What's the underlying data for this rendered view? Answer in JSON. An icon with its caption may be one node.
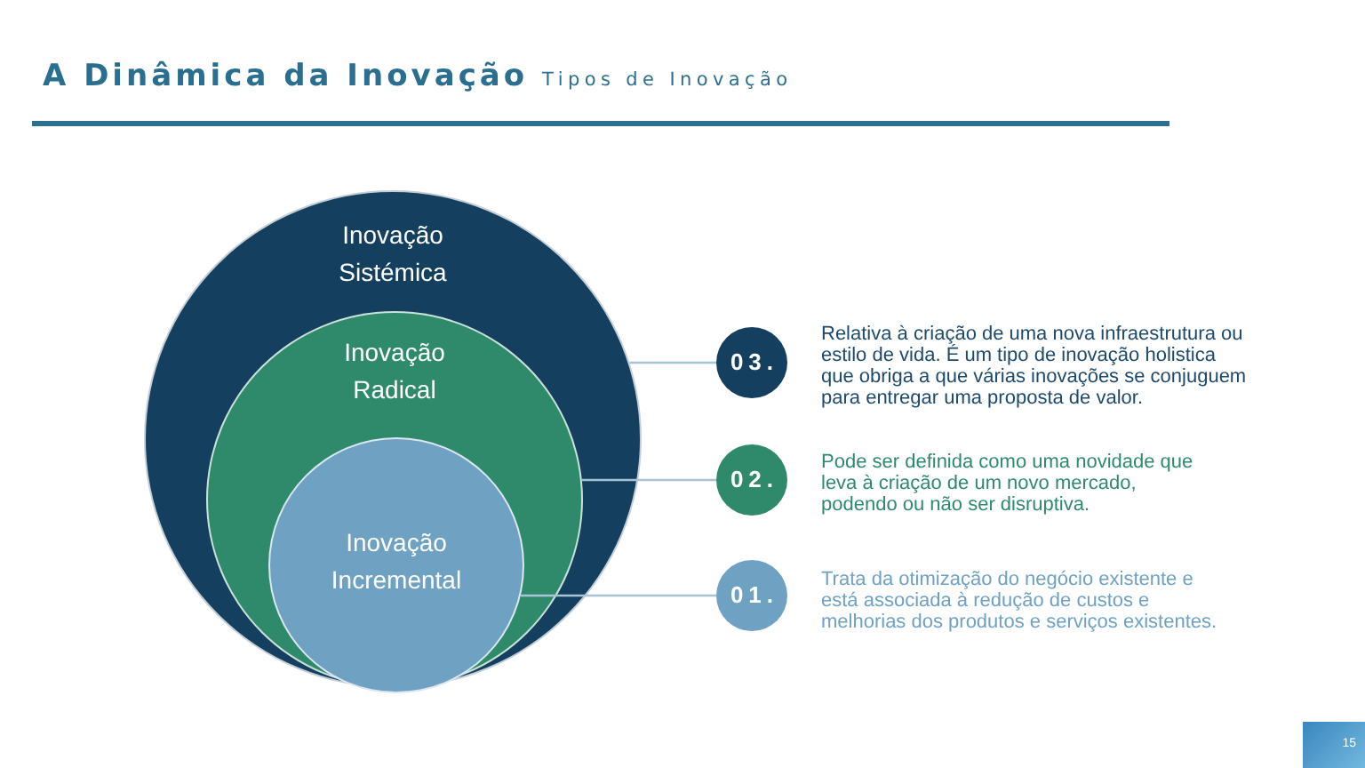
{
  "diagram": {
    "title": "A Dinâmica da Inovação",
    "nodes": [
      {
        "text": [
          "Inovação Sistémica"
        ]
      },
      {
        "text": [
          "Inovação Radical"
        ],
        "in": 0
      },
      {
        "text": [
          "Inovação Incremental"
        ],
        "in": 1
      },
      {
        "text": [
          "03."
        ],
        "beside": [
          "Relativa à criação de uma nova infraestrutura ou estilo de vida. É um tipo de inovação holistica que obriga a que várias inovações se conjuguem para entregar uma proposta de valor."
        ]
      },
      {
        "text": [
          "02."
        ],
        "beside": [
          "Pode ser definida como uma novidade que leva à criação de um novo mercado, podendo ou não ser disruptiva."
        ]
      },
      {
        "text": [
          "01."
        ],
        "beside": [
          "Trata da otimização do negócio existente e está associada à redução de custos e melhorias dos produtos e serviços existentes."
        ]
      }
    ],
    "edges": [
      {
        "from": 0,
        "to": 3,
        "arrow": "none"
      },
      {
        "from": 1,
        "to": 4,
        "arrow": "none"
      },
      {
        "from": 2,
        "to": 5,
        "arrow": "none"
      }
    ],
    "labels": [
      "Tipos de Inovação",
      "15"
    ]
  }
}
